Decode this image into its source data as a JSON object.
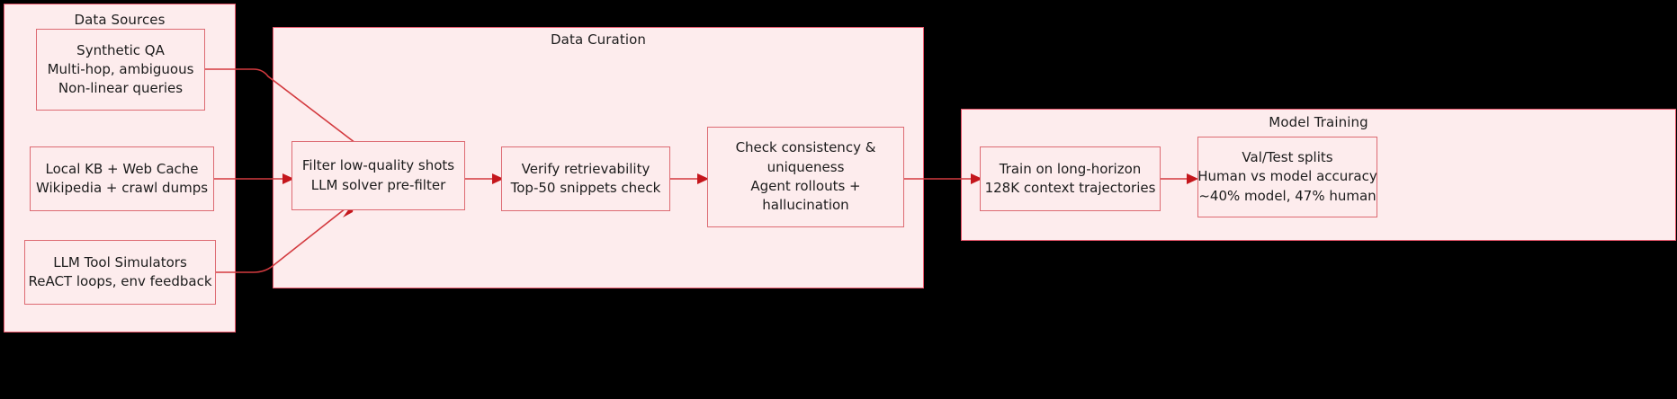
{
  "diagram": {
    "title_hidden": true,
    "background_color": "#000000",
    "cluster_fill": "#fdeced",
    "cluster_stroke": "#e8566a",
    "node_fill": "#fdeced",
    "node_stroke": "#dd6a72",
    "edge_color": "#d33a3f",
    "arrow_color": "#c4161c",
    "type": "flowchart-left-to-right"
  },
  "clusters": [
    {
      "id": "data-sources",
      "label": "Data Sources"
    },
    {
      "id": "data-curation",
      "label": "Data Curation"
    },
    {
      "id": "model-training",
      "label": "Model Training"
    }
  ],
  "nodes": {
    "synthetic_qa": {
      "id": "synthetic-qa",
      "lines": [
        "Synthetic QA",
        "Multi-hop, ambiguous",
        "Non-linear queries"
      ]
    },
    "local_kb": {
      "id": "local-kb-web-cache",
      "lines": [
        "Local KB + Web Cache",
        "Wikipedia + crawl dumps"
      ]
    },
    "tool_sims": {
      "id": "llm-tool-simulators",
      "lines": [
        "LLM Tool Simulators",
        "ReACT loops, env feedback"
      ]
    },
    "filter": {
      "id": "filter-low-quality-shots",
      "lines": [
        "Filter low-quality shots",
        "LLM solver pre-filter"
      ]
    },
    "verify": {
      "id": "verify-retrievability",
      "lines": [
        "Verify retrievability",
        "Top-50 snippets check"
      ]
    },
    "consistency": {
      "id": "check-consistency-uniqueness",
      "lines": [
        "Check consistency &",
        "uniqueness",
        "Agent rollouts +",
        "hallucination"
      ]
    },
    "train": {
      "id": "train-long-horizon",
      "lines": [
        "Train on long-horizon",
        "128K context trajectories"
      ]
    },
    "valtest": {
      "id": "val-test-splits",
      "lines": [
        "Val/Test splits",
        "Human vs model accuracy",
        "~40% model, 47% human"
      ]
    }
  },
  "edges": [
    {
      "id": "edge-synthetic-qa-to-filter",
      "from": "synthetic_qa",
      "to": "filter"
    },
    {
      "id": "edge-local-kb-to-filter",
      "from": "local_kb",
      "to": "filter"
    },
    {
      "id": "edge-tool-sims-to-filter",
      "from": "tool_sims",
      "to": "filter"
    },
    {
      "id": "edge-filter-to-verify",
      "from": "filter",
      "to": "verify"
    },
    {
      "id": "edge-verify-to-consistency",
      "from": "verify",
      "to": "consistency"
    },
    {
      "id": "edge-consistency-to-train",
      "from": "consistency",
      "to": "train"
    },
    {
      "id": "edge-train-to-valtest",
      "from": "train",
      "to": "valtest"
    }
  ]
}
